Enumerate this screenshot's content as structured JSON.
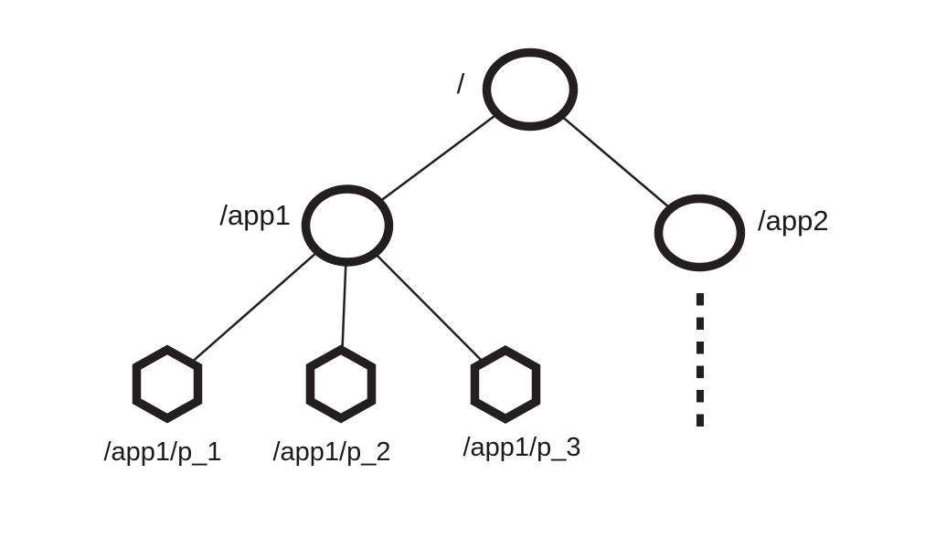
{
  "colors": {
    "stroke": "#231f20",
    "text": "#1a1a1a",
    "background": "#ffffff",
    "node_fill": "#ffffff"
  },
  "diagram": {
    "type": "tree",
    "nodes": [
      {
        "id": "root",
        "label": "/",
        "shape": "circle",
        "label_position": "left"
      },
      {
        "id": "app1",
        "label": "/app1",
        "shape": "circle",
        "label_position": "left"
      },
      {
        "id": "app2",
        "label": "/app2",
        "shape": "circle",
        "label_position": "right"
      },
      {
        "id": "app1-p1",
        "label": "/app1/p_1",
        "shape": "hexagon",
        "label_position": "below"
      },
      {
        "id": "app1-p2",
        "label": "/app1/p_2",
        "shape": "hexagon",
        "label_position": "below"
      },
      {
        "id": "app1-p3",
        "label": "/app1/p_3",
        "shape": "hexagon",
        "label_position": "below"
      }
    ],
    "edges": [
      {
        "from": "root",
        "to": "app1",
        "style": "solid"
      },
      {
        "from": "root",
        "to": "app2",
        "style": "solid"
      },
      {
        "from": "app1",
        "to": "app1-p1",
        "style": "solid"
      },
      {
        "from": "app1",
        "to": "app1-p2",
        "style": "solid"
      },
      {
        "from": "app1",
        "to": "app1-p3",
        "style": "solid"
      },
      {
        "from": "app2",
        "to": "unshown-subtree",
        "style": "dashed-vertical"
      }
    ]
  }
}
